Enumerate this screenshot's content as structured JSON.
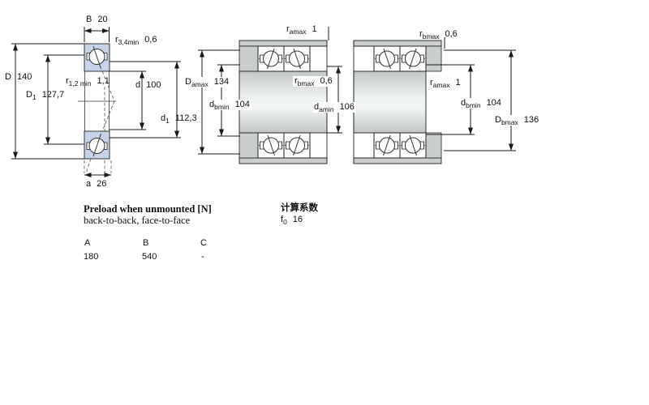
{
  "colors": {
    "bearing_blue": "#c5d4ea",
    "steel_gray": "#cbcfcb",
    "line_black": "#1a1a1a"
  },
  "dims": {
    "B": {
      "sym": "B",
      "sub": "",
      "val": "20"
    },
    "r34": {
      "sym": "r",
      "sub": "3,4min",
      "val": "0,6"
    },
    "D": {
      "sym": "D",
      "sub": "",
      "val": "140"
    },
    "D1": {
      "sym": "D",
      "sub": "1",
      "val": "127,7"
    },
    "r12": {
      "sym": "r",
      "sub": "1,2 min",
      "val": "1,1"
    },
    "d": {
      "sym": "d",
      "sub": "",
      "val": "100"
    },
    "d1": {
      "sym": "d",
      "sub": "1",
      "val": "112,3"
    },
    "a": {
      "sym": "a",
      "sub": "",
      "val": "26"
    },
    "ramax_mid": {
      "sym": "r",
      "sub": "amax",
      "val": "1"
    },
    "Damax": {
      "sym": "D",
      "sub": "amax",
      "val": "134"
    },
    "dbmin_mid": {
      "sym": "d",
      "sub": "bmin",
      "val": "104"
    },
    "rbmax_mid": {
      "sym": "r",
      "sub": "bmax",
      "val": "0,6"
    },
    "damin": {
      "sym": "d",
      "sub": "amin",
      "val": "106"
    },
    "rbmax_right": {
      "sym": "r",
      "sub": "bmax",
      "val": "0,6"
    },
    "ramax_right": {
      "sym": "r",
      "sub": "amax",
      "val": "1"
    },
    "dbmin_right": {
      "sym": "d",
      "sub": "bmin",
      "val": "104"
    },
    "Dbmax": {
      "sym": "D",
      "sub": "bmax",
      "val": "136"
    }
  },
  "preload": {
    "heading": "Preload when unmounted [N]",
    "subtitle": "back-to-back, face-to-face",
    "columns": [
      "A",
      "B",
      "C"
    ],
    "values": [
      "180",
      "540",
      "-"
    ]
  },
  "factors": {
    "heading": "计算系数",
    "f0": {
      "sym": "f",
      "sub": "0",
      "val": "16"
    }
  }
}
